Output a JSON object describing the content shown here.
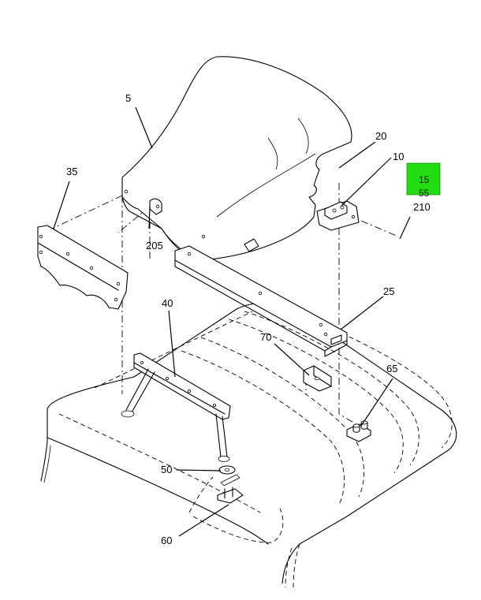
{
  "callouts": {
    "c5": "5",
    "c10": "10",
    "c20": "20",
    "c25": "25",
    "c35": "35",
    "c40": "40",
    "c50": "50",
    "c60": "60",
    "c65": "65",
    "c70": "70",
    "c205": "205",
    "c210": "210"
  },
  "highlight": {
    "color": "#22dd11",
    "line1": "15",
    "line2": "55"
  }
}
